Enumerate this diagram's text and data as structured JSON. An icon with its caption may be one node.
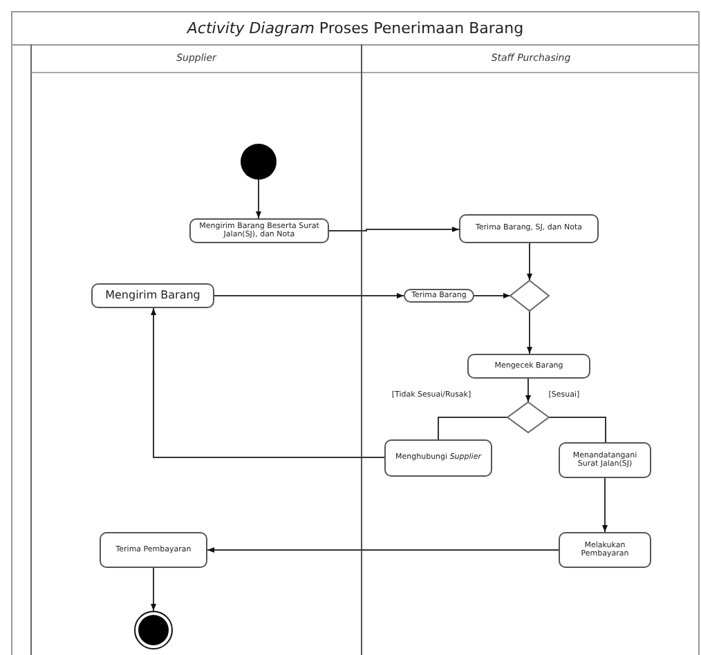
{
  "diagram": {
    "title": "*Activity Diagram* Proses Penerimaan Barang",
    "nodes": [
      {
        "text": [
          "Supplier"
        ]
      },
      {
        "text": [
          "Staff Purchasing"
        ]
      },
      {
        "text": [],
        "shape": "circle",
        "in": 0
      },
      {
        "text": [
          "Mengirim Barang Beserta Surat Jalan(SJ), dan Nota"
        ],
        "in": 0
      },
      {
        "text": [
          "Terima Barang, SJ, dan Nota"
        ],
        "in": 1
      },
      {
        "text": [
          "Mengirim Barang"
        ],
        "in": 0
      },
      {
        "text": [
          "Terima Barang"
        ],
        "in": 1
      },
      {
        "text": [],
        "shape": "diamond",
        "in": 1
      },
      {
        "text": [
          "Mengecek Barang"
        ],
        "in": 1
      },
      {
        "text": [],
        "shape": "diamond",
        "in": 1
      },
      {
        "text": [
          "Menghubungi *Supplier*"
        ],
        "in": 1
      },
      {
        "text": [
          "Menandatangani Surat Jalan(SJ)"
        ],
        "in": 1
      },
      {
        "text": [
          "Terima Pembayaran"
        ],
        "in": 0
      },
      {
        "text": [
          "Melakukan Pembayaran"
        ],
        "in": 1
      },
      {
        "text": [],
        "shape": "circle",
        "in": 0
      }
    ],
    "edges": [
      {
        "from": 2,
        "to": 3,
        "arrow": "to"
      },
      {
        "from": 3,
        "to": 4,
        "arrow": "to"
      },
      {
        "from": 5,
        "to": 6,
        "arrow": "to"
      },
      {
        "from": 6,
        "to": 7,
        "arrow": "to"
      },
      {
        "from": 4,
        "to": 7,
        "arrow": "to"
      },
      {
        "from": 7,
        "to": 8,
        "arrow": "to"
      },
      {
        "from": 8,
        "to": 9,
        "arrow": "to"
      },
      {
        "from": 9,
        "to": 10,
        "arrow": "none",
        "label": "[Tidak Sesuai/Rusak]"
      },
      {
        "from": 9,
        "to": 11,
        "arrow": "none",
        "label": "[Sesuai]"
      },
      {
        "from": 10,
        "to": 5,
        "arrow": "to"
      },
      {
        "from": 11,
        "to": 13,
        "arrow": "to"
      },
      {
        "from": 13,
        "to": 12,
        "arrow": "to"
      },
      {
        "from": 12,
        "to": 14,
        "arrow": "to"
      }
    ]
  }
}
